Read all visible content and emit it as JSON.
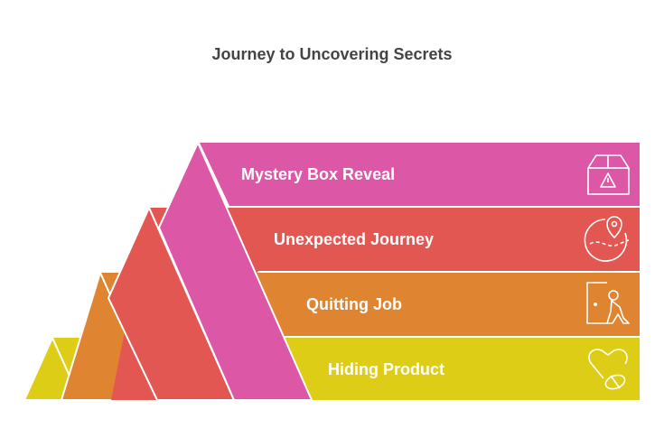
{
  "title": "Journey to Uncovering Secrets",
  "levels": [
    {
      "label": "Mystery Box Reveal",
      "icon": "box-warning-icon",
      "color": "#DC58A7"
    },
    {
      "label": "Unexpected Journey",
      "icon": "globe-location-icon",
      "color": "#E35753"
    },
    {
      "label": "Quitting Job",
      "icon": "person-leaving-door-icon",
      "color": "#DF8430"
    },
    {
      "label": "Hiding Product",
      "icon": "heart-pill-icon",
      "color": "#DECD16"
    }
  ]
}
